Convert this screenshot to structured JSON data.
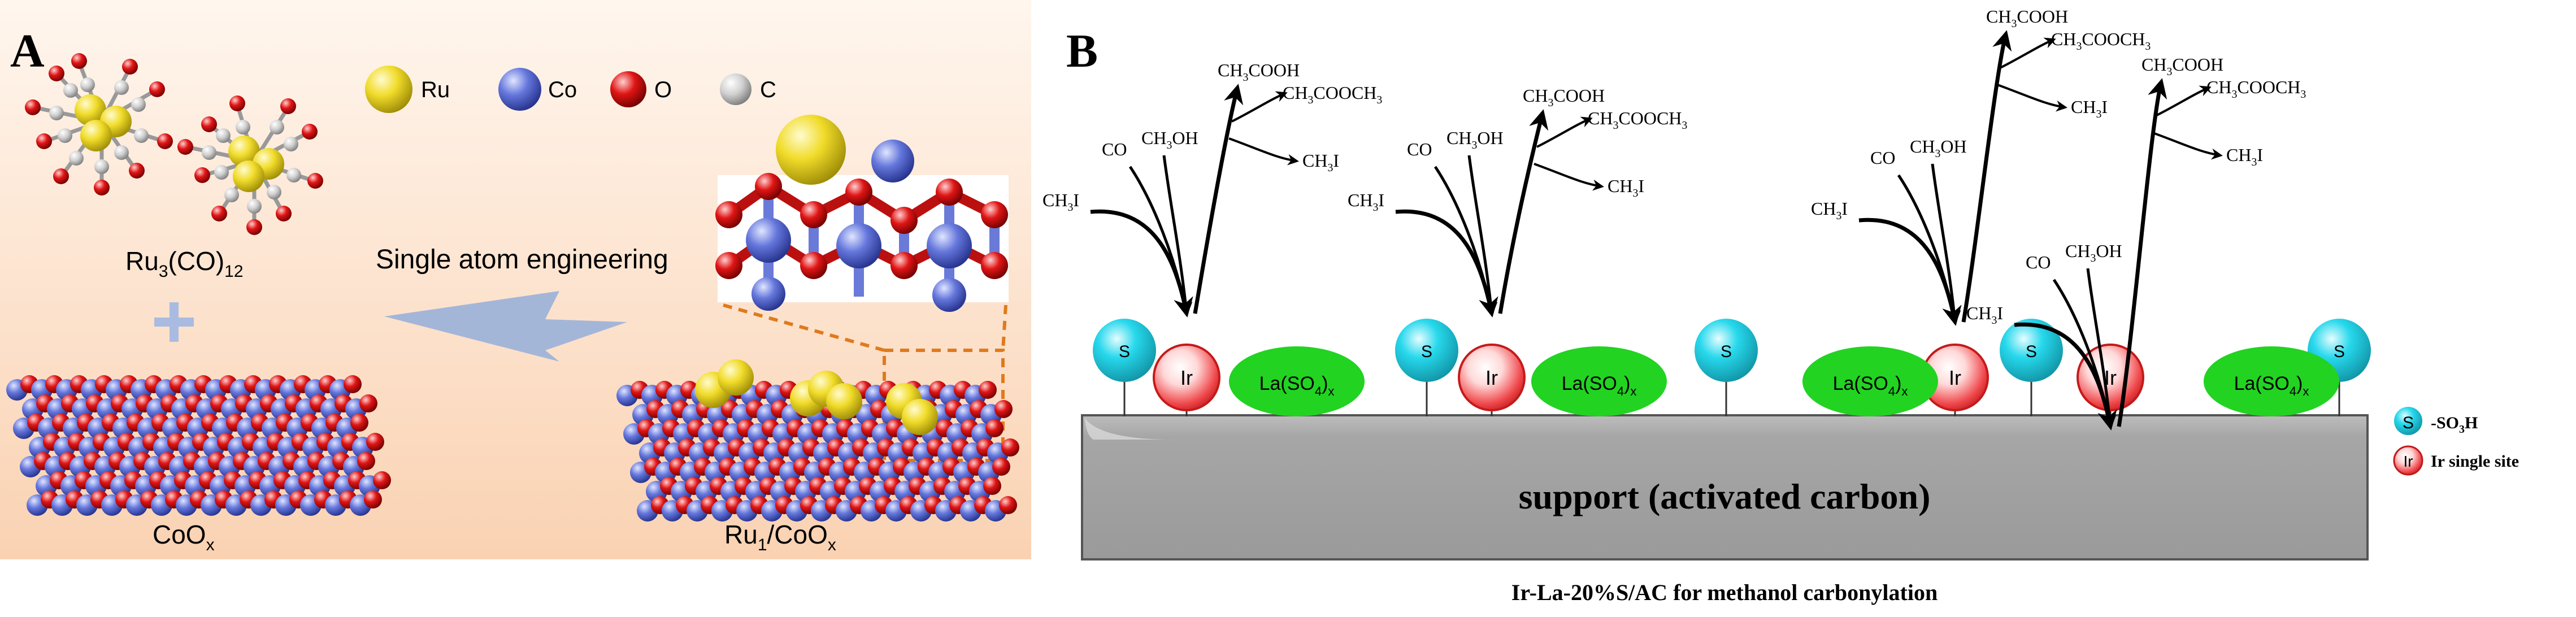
{
  "panel_a": {
    "letter": "A",
    "legend": [
      {
        "label": "Ru",
        "color": "#e8d21a"
      },
      {
        "label": "Co",
        "color": "#5b6fd6"
      },
      {
        "label": "O",
        "color": "#dd1111"
      },
      {
        "label": "C",
        "color": "#bdbdbd"
      }
    ],
    "precursor_main": "Ru",
    "precursor_sub1": "3",
    "precursor_mid": "(CO)",
    "precursor_sub2": "12",
    "plus": "+",
    "arrow_label": "Single atom engineering",
    "support_main": "CoO",
    "support_sub": "x",
    "product_main": "Ru",
    "product_sub1": "1",
    "product_mid": "/CoO",
    "product_sub2": "x"
  },
  "panel_b": {
    "letter": "B",
    "s_label": "S",
    "ir_label": "Ir",
    "la_main": "La(SO",
    "la_sub1": "4",
    "la_mid": ")",
    "la_sub2": "x",
    "support_label": "support (activated carbon)",
    "caption": "Ir-La-20%S/AC for methanol carbonylation",
    "reagents": {
      "co": "CO",
      "ch3oh_main": "CH",
      "ch3oh_sub": "3",
      "ch3oh_tail": "OH",
      "ch3i_main": "CH",
      "ch3i_sub": "3",
      "ch3i_tail": "I"
    },
    "products": {
      "acoh_main": "CH",
      "acoh_sub": "3",
      "acoh_tail": "COOH",
      "ester_main": "CH",
      "ester_sub1": "3",
      "ester_mid": "COOCH",
      "ester_sub2": "3",
      "ch3i_main": "CH",
      "ch3i_sub": "3",
      "ch3i_tail": "I"
    },
    "legend": {
      "so3h_main": "-SO",
      "so3h_sub": "3",
      "so3h_tail": "H",
      "ir_site": "Ir single site"
    }
  },
  "colors": {
    "bg_a_top": "#fff4ea",
    "bg_a_bottom": "#fbd4b6",
    "arrow": "#9fb3d6",
    "s_sphere": "#27d8ec",
    "ir_sphere": "#e9353a",
    "la_ellipse": "#22d322",
    "support": "#a3a3a3",
    "dash": "#e07a1c"
  }
}
